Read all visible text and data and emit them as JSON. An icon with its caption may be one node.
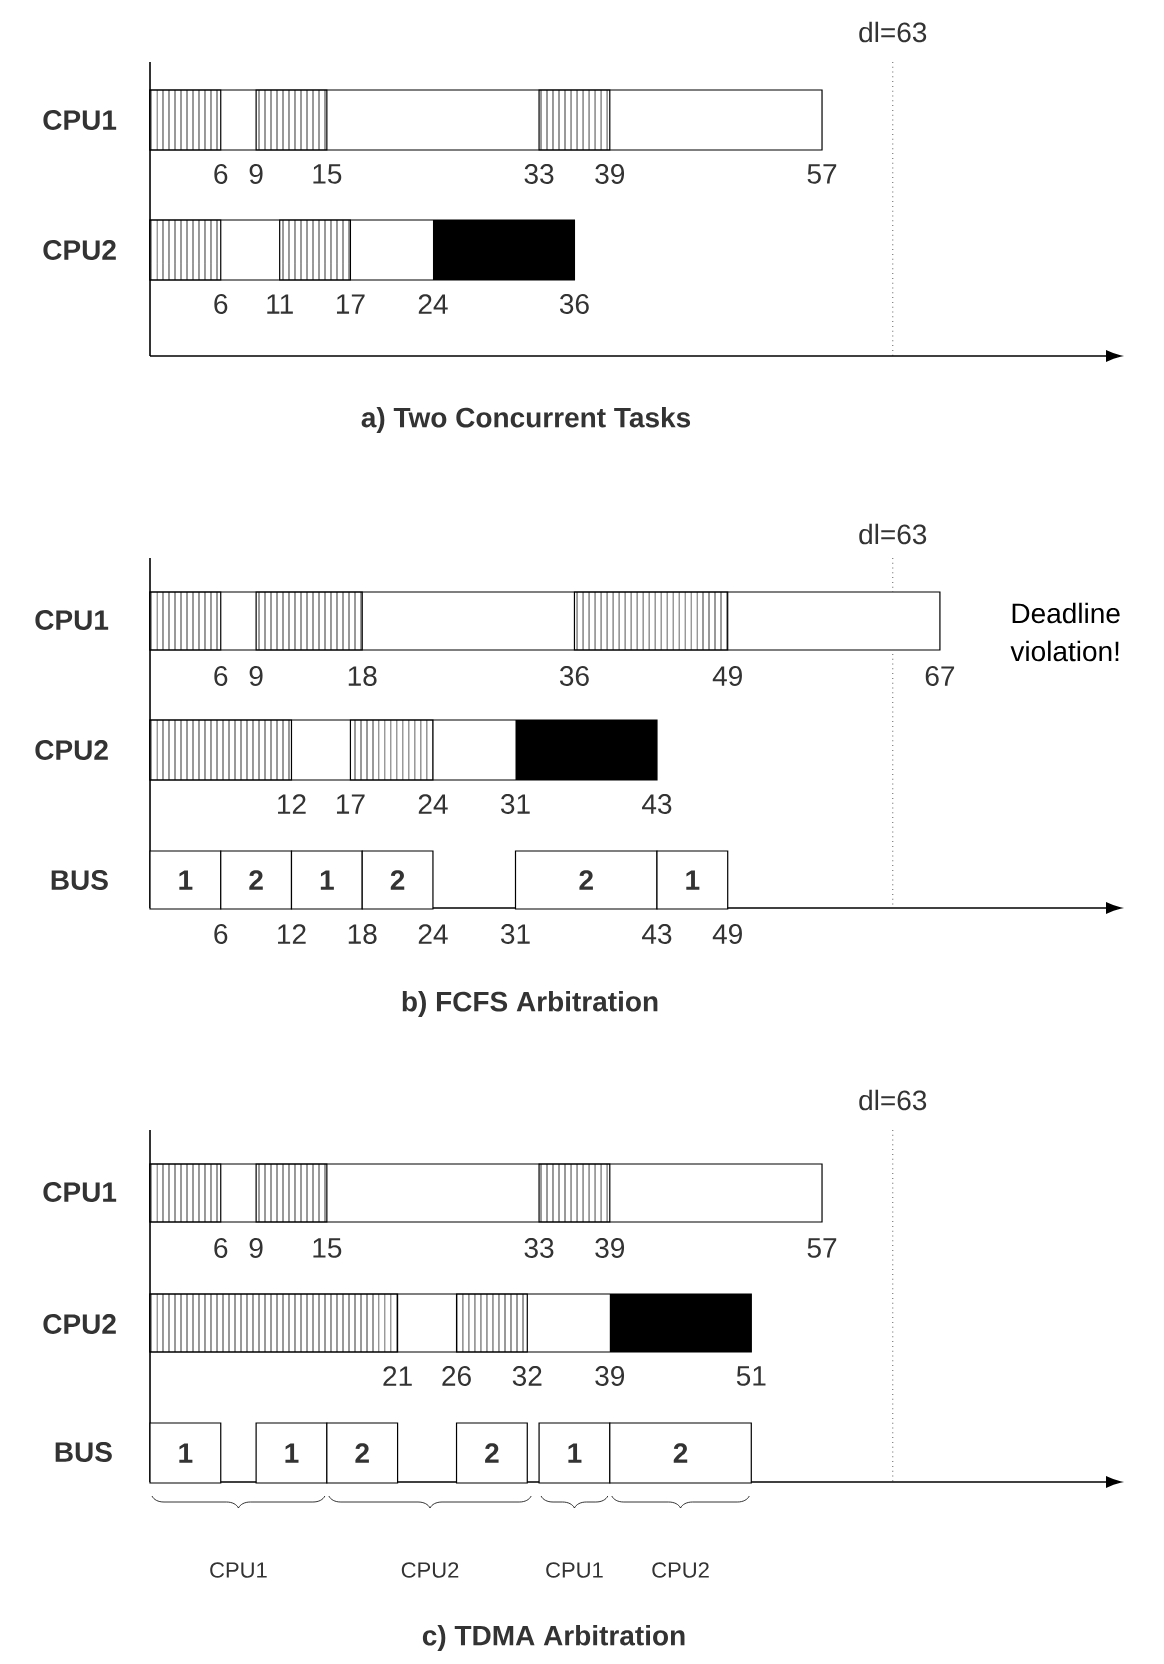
{
  "diagram": {
    "nodes": [
      {
        "text": [
          "1"
        ]
      },
      {
        "text": [
          "2"
        ]
      },
      {
        "text": [
          "1"
        ]
      },
      {
        "text": [
          "2"
        ]
      },
      {
        "text": [
          "2"
        ]
      },
      {
        "text": [
          "1"
        ]
      },
      {
        "text": [
          "1"
        ]
      },
      {
        "text": [
          "1"
        ]
      },
      {
        "text": [
          "2"
        ]
      },
      {
        "text": [
          "2"
        ]
      },
      {
        "text": [
          "1"
        ]
      },
      {
        "text": [
          "2"
        ]
      }
    ],
    "labels": [
      "dl=63",
      "CPU1",
      "6",
      "9",
      "15",
      "33",
      "39",
      "57",
      "CPU2",
      "6",
      "11",
      "17",
      "24",
      "36",
      "a) Two Concurrent Tasks",
      "dl=63",
      "CPU1",
      "Deadline violation!",
      "6",
      "9",
      "18",
      "36",
      "49",
      "67",
      "CPU2",
      "12",
      "17",
      "24",
      "31",
      "43",
      "BUS",
      "6",
      "12",
      "18",
      "24",
      "31",
      "43",
      "49",
      "b) FCFS Arbitration",
      "dl=63",
      "CPU1",
      "6",
      "9",
      "15",
      "33",
      "39",
      "57",
      "CPU2",
      "21",
      "26",
      "32",
      "39",
      "51",
      "BUS",
      "CPU1",
      "CPU2",
      "CPU1",
      "CPU2",
      "c) TDMA Arbitration"
    ]
  }
}
